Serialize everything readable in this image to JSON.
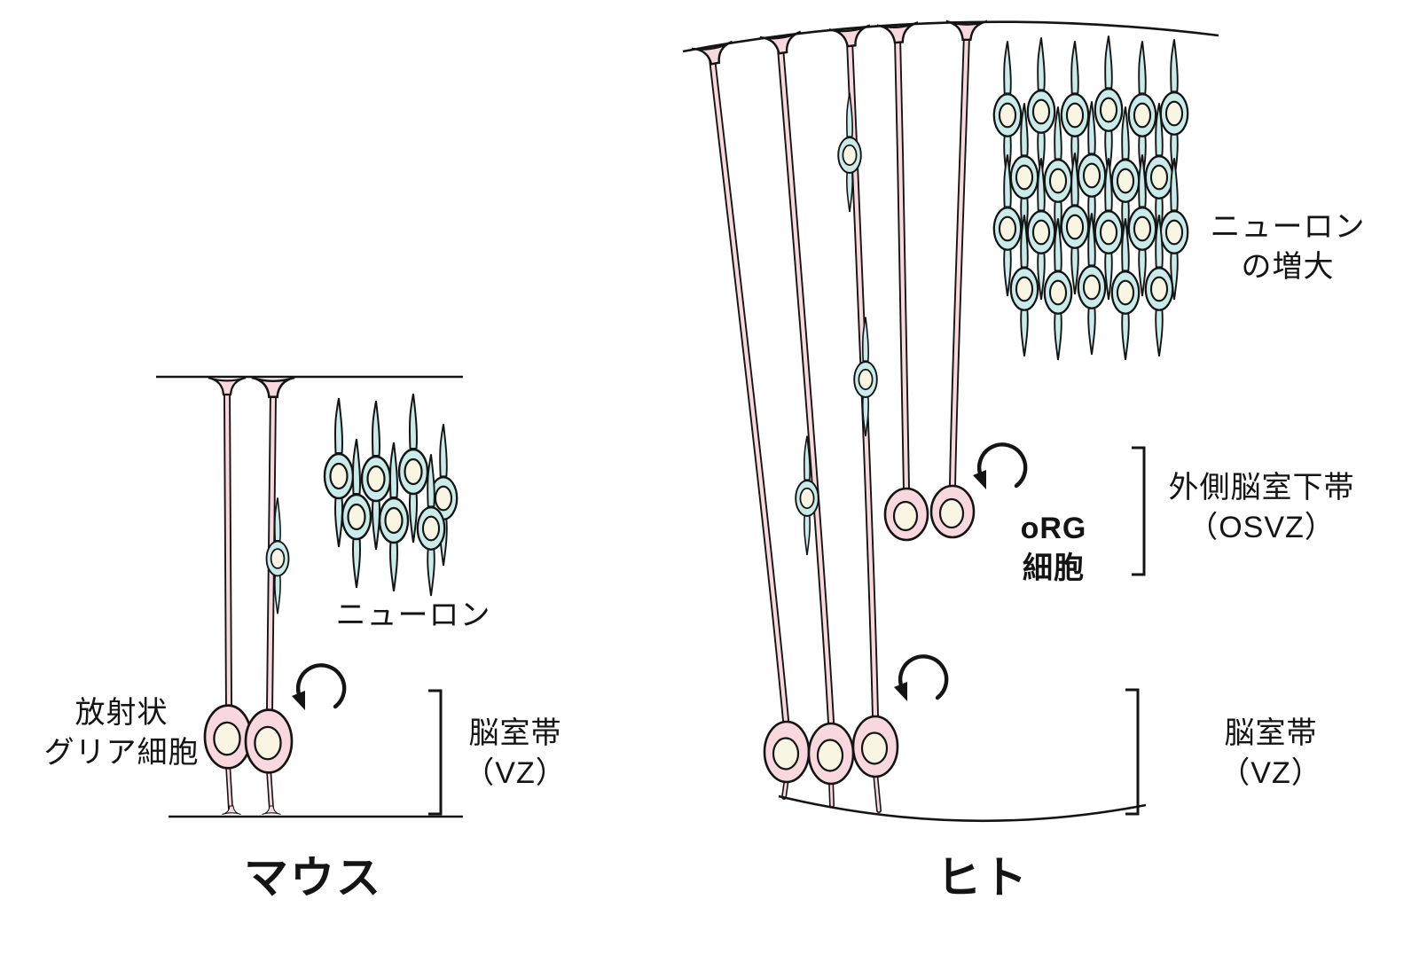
{
  "colors": {
    "pink": "#f8d7de",
    "blue": "#c9ebea",
    "nucleus": "#f9f5e3",
    "outline": "#141414",
    "background": "#ffffff"
  },
  "mouse": {
    "title": "マウス",
    "labels": {
      "radial_glia_line1": "放射状",
      "radial_glia_line2": "グリア細胞",
      "neuron": "ニューロン",
      "vz_line1": "脳室帯",
      "vz_line2": "（VZ）"
    }
  },
  "human": {
    "title": "ヒト",
    "labels": {
      "expansion_line1": "ニューロン",
      "expansion_line2": "の増大",
      "org_line1": "oRG",
      "org_line2": "細胞",
      "osvz_line1": "外側脳室下帯",
      "osvz_line2": "（OSVZ）",
      "vz_line1": "脳室帯",
      "vz_line2": "（VZ）"
    }
  }
}
